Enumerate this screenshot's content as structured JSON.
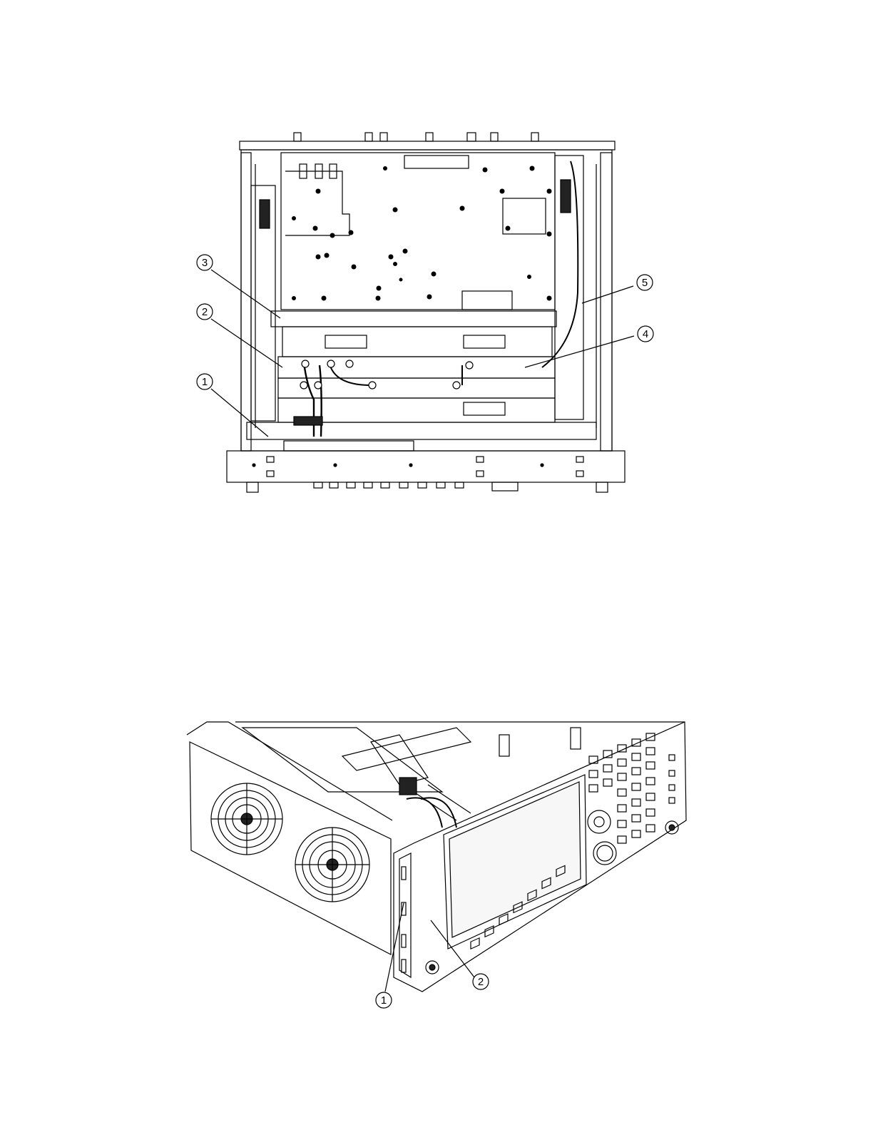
{
  "figure_top": {
    "callouts": [
      "1",
      "2",
      "3",
      "4",
      "5"
    ]
  },
  "figure_bottom": {
    "callouts": [
      "1",
      "2"
    ]
  },
  "colors": {
    "line": "#000000",
    "background": "#ffffff",
    "dark_fill": "#222222",
    "screen_gray": "#f7f7f7"
  }
}
